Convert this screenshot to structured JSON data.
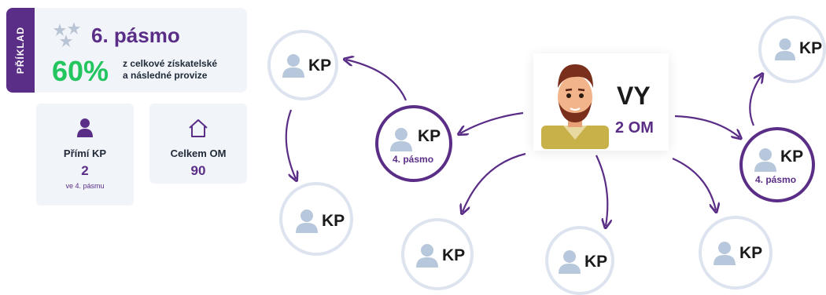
{
  "panel": {
    "tab_label": "PŘÍKLAD",
    "zone_title": "6. pásmo",
    "percent": "60%",
    "percent_desc_line1": "z celkové získatelské",
    "percent_desc_line2": "a následné provize",
    "direct": {
      "label": "Přímí KP",
      "value": "2",
      "sub": "ve 4. pásmu"
    },
    "total": {
      "label": "Celkem OM",
      "value": "90"
    }
  },
  "you": {
    "title": "VY",
    "sub": "2 OM"
  },
  "nodes": {
    "node_label": "KP",
    "zone_sub": "4. pásmo"
  },
  "colors": {
    "primary": "#5a2d86",
    "green": "#22c55e",
    "node_border": "#dde4ef",
    "icon": "#b8c8dc"
  }
}
